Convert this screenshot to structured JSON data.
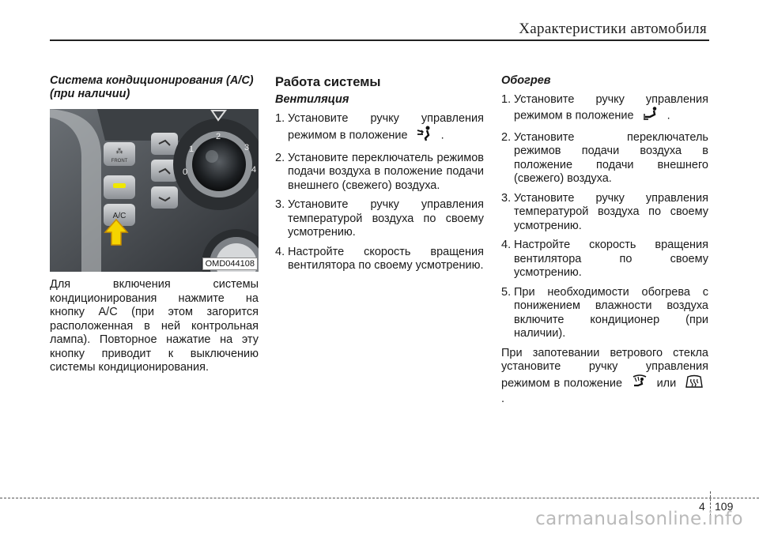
{
  "header": {
    "title": "Характеристики автомобиля"
  },
  "col1": {
    "section_title": "Система кондиционирования (A/C) (при наличии)",
    "image_code": "OMD044108",
    "panel_labels": {
      "front": "FRONT",
      "ac": "A/C",
      "dial_numbers": [
        "0",
        "1",
        "2",
        "3",
        "4"
      ]
    },
    "paragraph": "Для включения системы кондиционирования нажмите на кнопку A/C (при этом загорится расположенная в ней контрольная лампа). Повторное нажатие на эту кнопку приводит к выключению системы кондиционирования."
  },
  "col2": {
    "section_title": "Работа системы",
    "subsection_title": "Вентиляция",
    "steps": [
      {
        "num": "1.",
        "text_before": "Установите ручку управления режимом в положение",
        "icon": "face-vent-icon",
        "text_after": "."
      },
      {
        "num": "2.",
        "text": "Установите переключатель режимов подачи воздуха в положение подачи внешнего (свежего) воздуха."
      },
      {
        "num": "3.",
        "text": "Установите ручку управления температурой воздуха по своему усмотрению."
      },
      {
        "num": "4.",
        "text": "Настройте скорость вращения вентилятора по своему усмотрению."
      }
    ]
  },
  "col3": {
    "subsection_title": "Обогрев",
    "steps": [
      {
        "num": "1.",
        "text_before": "Установите ручку управления режимом в положение",
        "icon": "floor-vent-icon",
        "text_after": "."
      },
      {
        "num": "2.",
        "text": "Установите переключатель режимов подачи воздуха в положение подачи внешнего (свежего) воздуха."
      },
      {
        "num": "3.",
        "text": "Установите ручку управления температурой воздуха по своему усмотрению."
      },
      {
        "num": "4.",
        "text": "Настройте скорость вращения вентилятора по своему усмотрению."
      },
      {
        "num": "5.",
        "text": "При необходимости обогрева с понижением влажности воздуха включите кондиционер (при наличии)."
      }
    ],
    "fog_paragraph_before": "При запотевании ветрового стекла установите ручку управления режимом в положение",
    "fog_or": "или",
    "fog_after": "."
  },
  "footer": {
    "chapter": "4",
    "page": "109",
    "watermark": "carmanualsonline.info"
  }
}
